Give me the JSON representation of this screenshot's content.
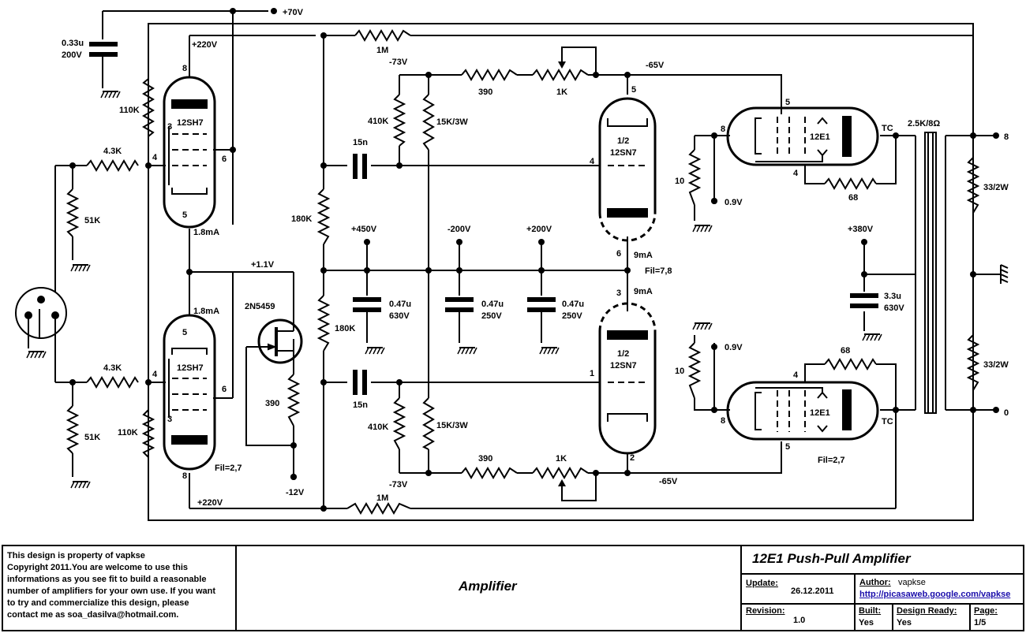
{
  "labels": {
    "rail_70": "+70V",
    "cap_033": "0.33u",
    "cap_200v": "200V",
    "v220_top": "+220V",
    "r110k_top": "110K",
    "r43k_top": "4.3K",
    "r51k_top": "51K",
    "tube_12sh7": "12SH7",
    "pin8": "8",
    "pin3": "3",
    "pin4": "4",
    "pin6": "6",
    "pin5": "5",
    "pin1": "1",
    "pin2": "2",
    "i18ma": "1.8mA",
    "v11": "+1.1V",
    "jfet": "2N5459",
    "r390": "390",
    "v12": "-12V",
    "r43k_bot": "4.3K",
    "r51k_bot": "51K",
    "r110k_bot": "110K",
    "fil27": "Fil=2,7",
    "v220_bot": "+220V",
    "r1m": "1M",
    "v73": "-73V",
    "r410k": "410K",
    "r15k3w": "15K/3W",
    "c15n": "15n",
    "r180k": "180K",
    "v450": "+450V",
    "cap047": "0.47u",
    "v630": "630V",
    "v200n": "-200V",
    "v250": "250V",
    "v200p": "+200V",
    "r1k": "1K",
    "v65": "-65V",
    "half": "1/2",
    "tube_12sn7": "12SN7",
    "i9ma": "9mA",
    "fil78": "Fil=7,8",
    "tube_12e1": "12E1",
    "tc": "TC",
    "r10": "10",
    "v09": "0.9V",
    "r68": "68",
    "xfmr": "2.5K/8Ω",
    "v380": "+380V",
    "cap33": "3.3u",
    "r33_2w": "33/2W",
    "out8": "8",
    "out0": "0"
  },
  "title_block": {
    "notice": [
      "This design is property of vapkse",
      "Copyright 2011.You are welcome to use this",
      "informations as you see fit to build a reasonable",
      "number of amplifiers for your own use. If you want",
      "to try and commercialize this design, please",
      "contact me as soa_dasilva@hotmail.com."
    ],
    "sheet_name": "Amplifier",
    "project_title": "12E1 Push-Pull Amplifier",
    "update_label": "Update:",
    "update_value": "26.12.2011",
    "author_label": "Author:",
    "author_value": "vapkse",
    "author_url": "http://picasaweb.google.com/vapkse",
    "revision_label": "Revision:",
    "revision_value": "1.0",
    "built_label": "Built:",
    "built_value": "Yes",
    "design_ready_label": "Design Ready:",
    "design_ready_value": "Yes",
    "page_label": "Page:",
    "page_value": "1/5"
  }
}
